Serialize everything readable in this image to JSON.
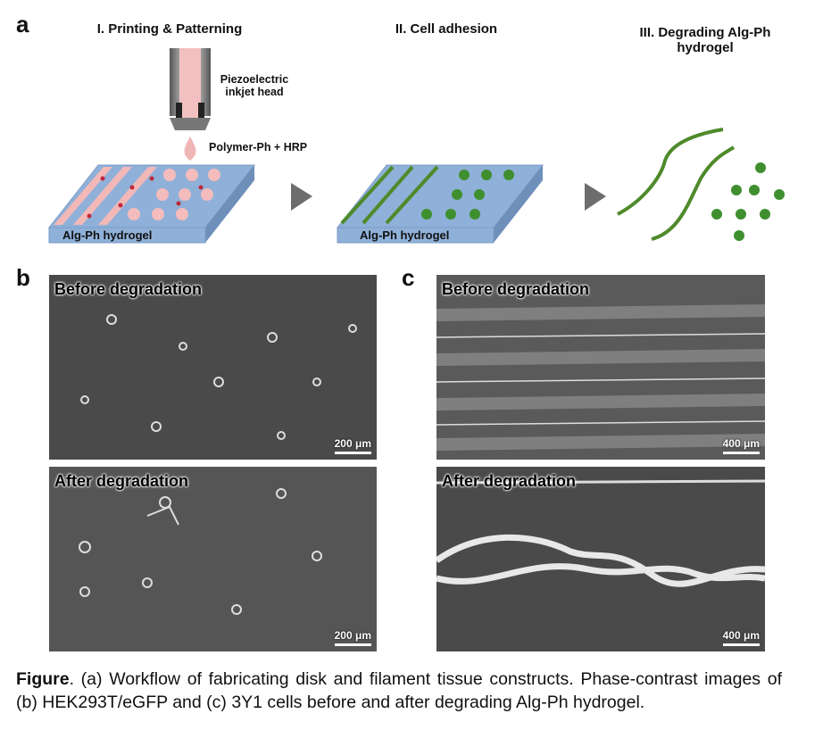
{
  "panel_a": {
    "label": "a",
    "steps": [
      "I. Printing & Patterning",
      "II. Cell adhesion",
      "III. Degrading Alg-Ph",
      "hydrogel"
    ],
    "inkjet_label_1": "Piezoelectric",
    "inkjet_label_2": "inkjet head",
    "droplet_label": "Polymer-Ph + HRP",
    "substrate_label": "Alg-Ph hydrogel"
  },
  "panel_b": {
    "label": "b",
    "top": {
      "title": "Before degradation",
      "scale": "200 μm"
    },
    "bottom": {
      "title": "After degradation",
      "scale": "200 μm"
    }
  },
  "panel_c": {
    "label": "c",
    "top": {
      "title": "Before degradation",
      "scale": "400 μm"
    },
    "bottom": {
      "title": "After degradation",
      "scale": "400 μm"
    }
  },
  "caption": {
    "lead": "Figure",
    "text": ". (a) Workflow of fabricating disk and filament tissue constructs. Phase-contrast images of (b) HEK293T/eGFP and (c) 3Y1 cells before and after degrading Alg-Ph hydrogel."
  },
  "colors": {
    "hydrogel": "#8fb0d8",
    "ink": "#f2b8b8",
    "cells": "#3f8f2f",
    "crosslink": "#c0283a"
  }
}
